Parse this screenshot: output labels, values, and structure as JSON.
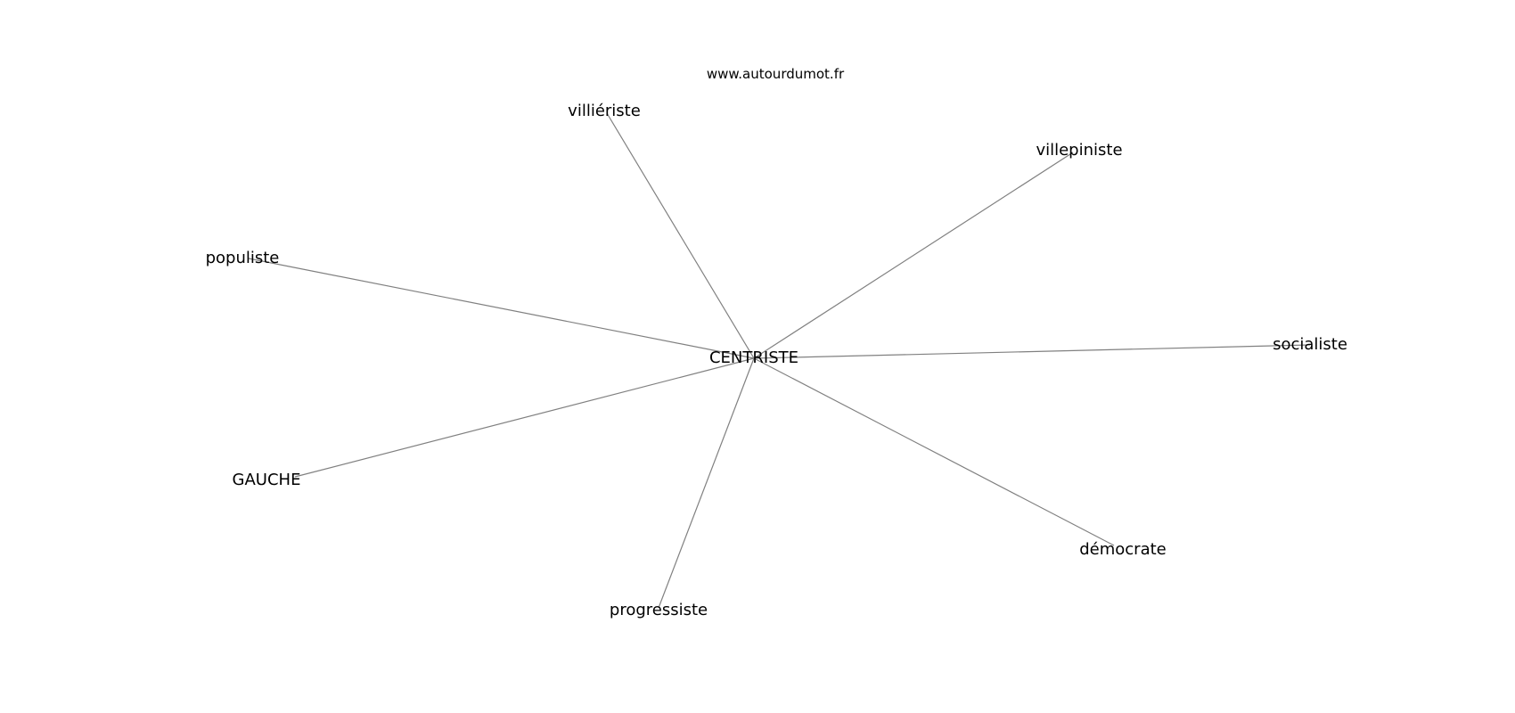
{
  "diagram": {
    "watermark": "www.autourdumot.fr",
    "center": "CENTRISTE",
    "related_words": [
      "villiériste",
      "villepiniste",
      "populiste",
      "socialiste",
      "GAUCHE",
      "démocrate",
      "progressiste"
    ],
    "colors": {
      "edge": "#808080",
      "text": "#000000",
      "background": "#ffffff"
    }
  }
}
